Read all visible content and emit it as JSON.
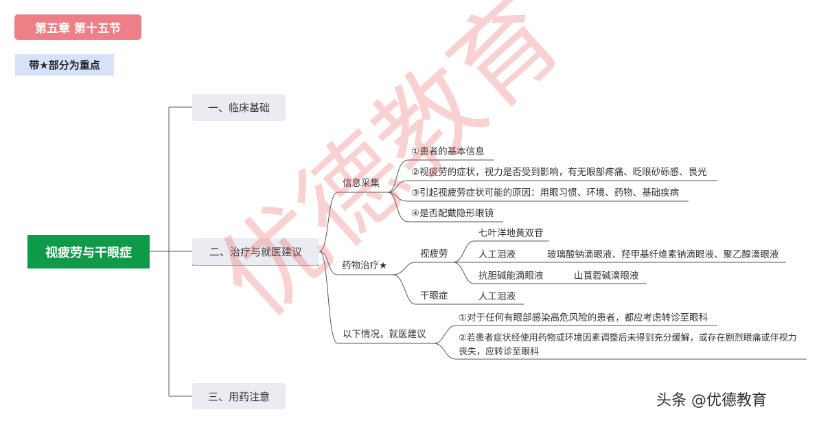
{
  "header": {
    "chapter": "第五章  第十五节",
    "note": "带★部分为重点"
  },
  "root": {
    "label": "视疲劳与干眼症"
  },
  "branches": {
    "b1": "一、临床基础",
    "b2": "二、治疗与就医建议",
    "b3": "三、用药注意"
  },
  "info": {
    "label": "信息采集",
    "items": [
      "①患者的基本信息",
      "②视疲劳的症状，视力是否受到影响，有无眼部疼痛、眨眼砂砾感、畏光",
      "③引起视疲劳症状可能的原因：用眼习惯、环境、药物、基础疾病",
      "④是否配戴隐形眼镜"
    ]
  },
  "drug": {
    "label": "药物治疗★",
    "fatigue": {
      "label": "视疲劳",
      "items": {
        "a": "七叶洋地黄双苷",
        "b": "人工泪液",
        "b_detail": "玻璃酸钠滴眼液、羟甲基纤维素钠滴眼液、聚乙醇滴眼液",
        "c": "抗胆碱能滴眼液",
        "c_detail": "山莨菪碱滴眼液"
      }
    },
    "dryeye": {
      "label": "干眼症",
      "item": "人工泪液"
    }
  },
  "referral": {
    "label": "以下情况，就医建议",
    "items": [
      "①对于任何有眼部感染高危风险的患者，都应考虑转诊至眼科",
      "②若患者症状经使用药物或环境因素调整后未得到充分缓解，或存在剧烈眼痛或伴视力丧失，应转诊至眼科"
    ]
  },
  "watermark": {
    "text": "优德教育"
  },
  "credit": {
    "text": "头条 @优德教育"
  },
  "colors": {
    "chapter_badge": "#ee7f86",
    "note_badge": "#d6e2fb",
    "root": "#0f9a49",
    "branch_bg": "#ebebf2",
    "lines": "#555555",
    "watermark": "#e85a5a"
  }
}
